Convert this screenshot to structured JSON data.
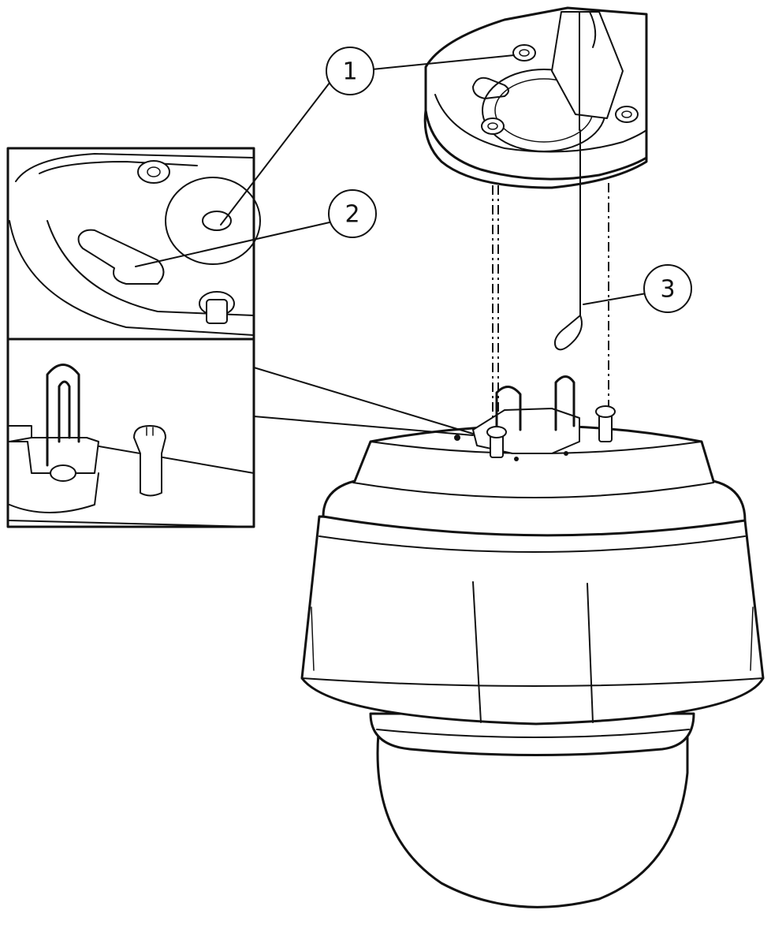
{
  "callouts": [
    {
      "number": "1"
    },
    {
      "number": "2"
    },
    {
      "number": "3"
    }
  ]
}
